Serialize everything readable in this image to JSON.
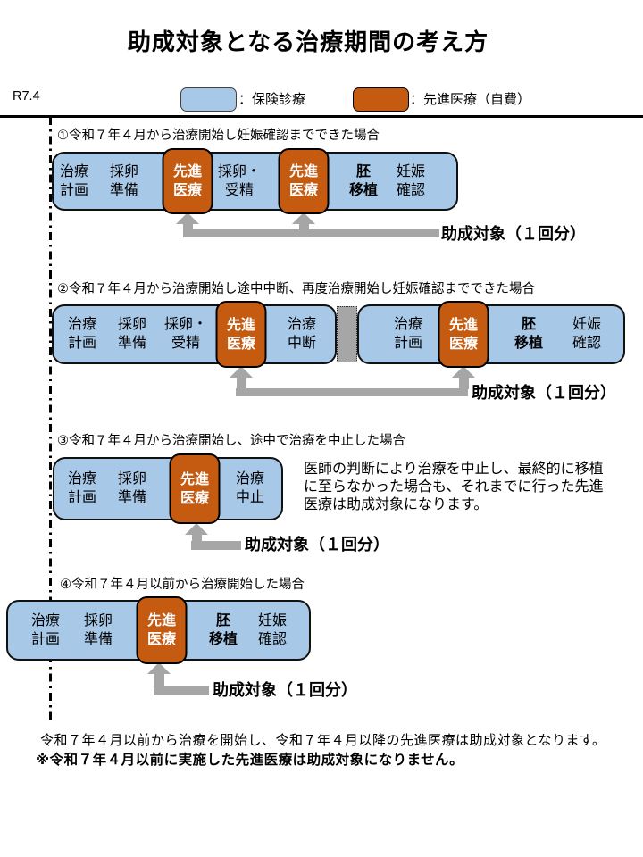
{
  "title": "助成対象となる治療期間の考え方",
  "version_label": "R7.4",
  "legend": {
    "insurance_label": "：保険診療",
    "advanced_label": "：先進医療（自費）"
  },
  "subsidy_label": "助成対象（１回分）",
  "colors": {
    "insurance_blue": "#A8C8E8",
    "advanced_orange": "#C55A11",
    "arrow_gray": "#A6A6A6"
  },
  "sections": [
    {
      "label": "①令和７年４月から治療開始し妊娠確認までできた場合",
      "boxes": [
        {
          "cells": [
            {
              "line1": "治療",
              "line2": "計画",
              "kind": "plain"
            },
            {
              "line1": "採卵",
              "line2": "準備",
              "kind": "plain"
            },
            {
              "line1": "先進",
              "line2": "医療",
              "kind": "advanced"
            },
            {
              "line1": "採卵・",
              "line2": "受精",
              "kind": "plain"
            },
            {
              "line1": "先進",
              "line2": "医療",
              "kind": "advanced"
            },
            {
              "line1": "胚",
              "line2": "移植",
              "kind": "emphasis"
            },
            {
              "line1": "妊娠",
              "line2": "確認",
              "kind": "plain"
            }
          ]
        }
      ]
    },
    {
      "label": "②令和７年４月から治療開始し途中中断、再度治療開始し妊娠確認までできた場合",
      "boxes": [
        {
          "cells": [
            {
              "line1": "治療",
              "line2": "計画",
              "kind": "plain"
            },
            {
              "line1": "採卵",
              "line2": "準備",
              "kind": "plain"
            },
            {
              "line1": "採卵・",
              "line2": "受精",
              "kind": "plain"
            },
            {
              "line1": "先進",
              "line2": "医療",
              "kind": "advanced"
            },
            {
              "line1": "治療",
              "line2": "中断",
              "kind": "plain"
            }
          ]
        },
        {
          "cells": [
            {
              "line1": "治療",
              "line2": "計画",
              "kind": "plain"
            },
            {
              "line1": "先進",
              "line2": "医療",
              "kind": "advanced"
            },
            {
              "line1": "胚",
              "line2": "移植",
              "kind": "emphasis"
            },
            {
              "line1": "妊娠",
              "line2": "確認",
              "kind": "plain"
            }
          ]
        }
      ]
    },
    {
      "label": "③令和７年４月から治療開始し、途中で治療を中止した場合",
      "note_lines": [
        "医師の判断により治療を中止し、最終的に移植",
        "に至らなかった場合も、それまでに行った先進",
        "医療は助成対象になります。"
      ],
      "boxes": [
        {
          "cells": [
            {
              "line1": "治療",
              "line2": "計画",
              "kind": "plain"
            },
            {
              "line1": "採卵",
              "line2": "準備",
              "kind": "plain"
            },
            {
              "line1": "先進",
              "line2": "医療",
              "kind": "advanced"
            },
            {
              "line1": "治療",
              "line2": "中止",
              "kind": "plain"
            }
          ]
        }
      ]
    },
    {
      "label": "④令和７年４月以前から治療開始した場合",
      "boxes": [
        {
          "cells": [
            {
              "line1": "治療",
              "line2": "計画",
              "kind": "plain"
            },
            {
              "line1": "採卵",
              "line2": "準備",
              "kind": "plain"
            },
            {
              "line1": "先進",
              "line2": "医療",
              "kind": "advanced"
            },
            {
              "line1": "胚",
              "line2": "移植",
              "kind": "emphasis"
            },
            {
              "line1": "妊娠",
              "line2": "確認",
              "kind": "plain"
            }
          ]
        }
      ]
    }
  ],
  "footer": {
    "line1": "令和７年４月以前から治療を開始し、令和７年４月以降の先進医療は助成対象となります。",
    "line2": "※令和７年４月以前に実施した先進医療は助成対象になりません。"
  }
}
